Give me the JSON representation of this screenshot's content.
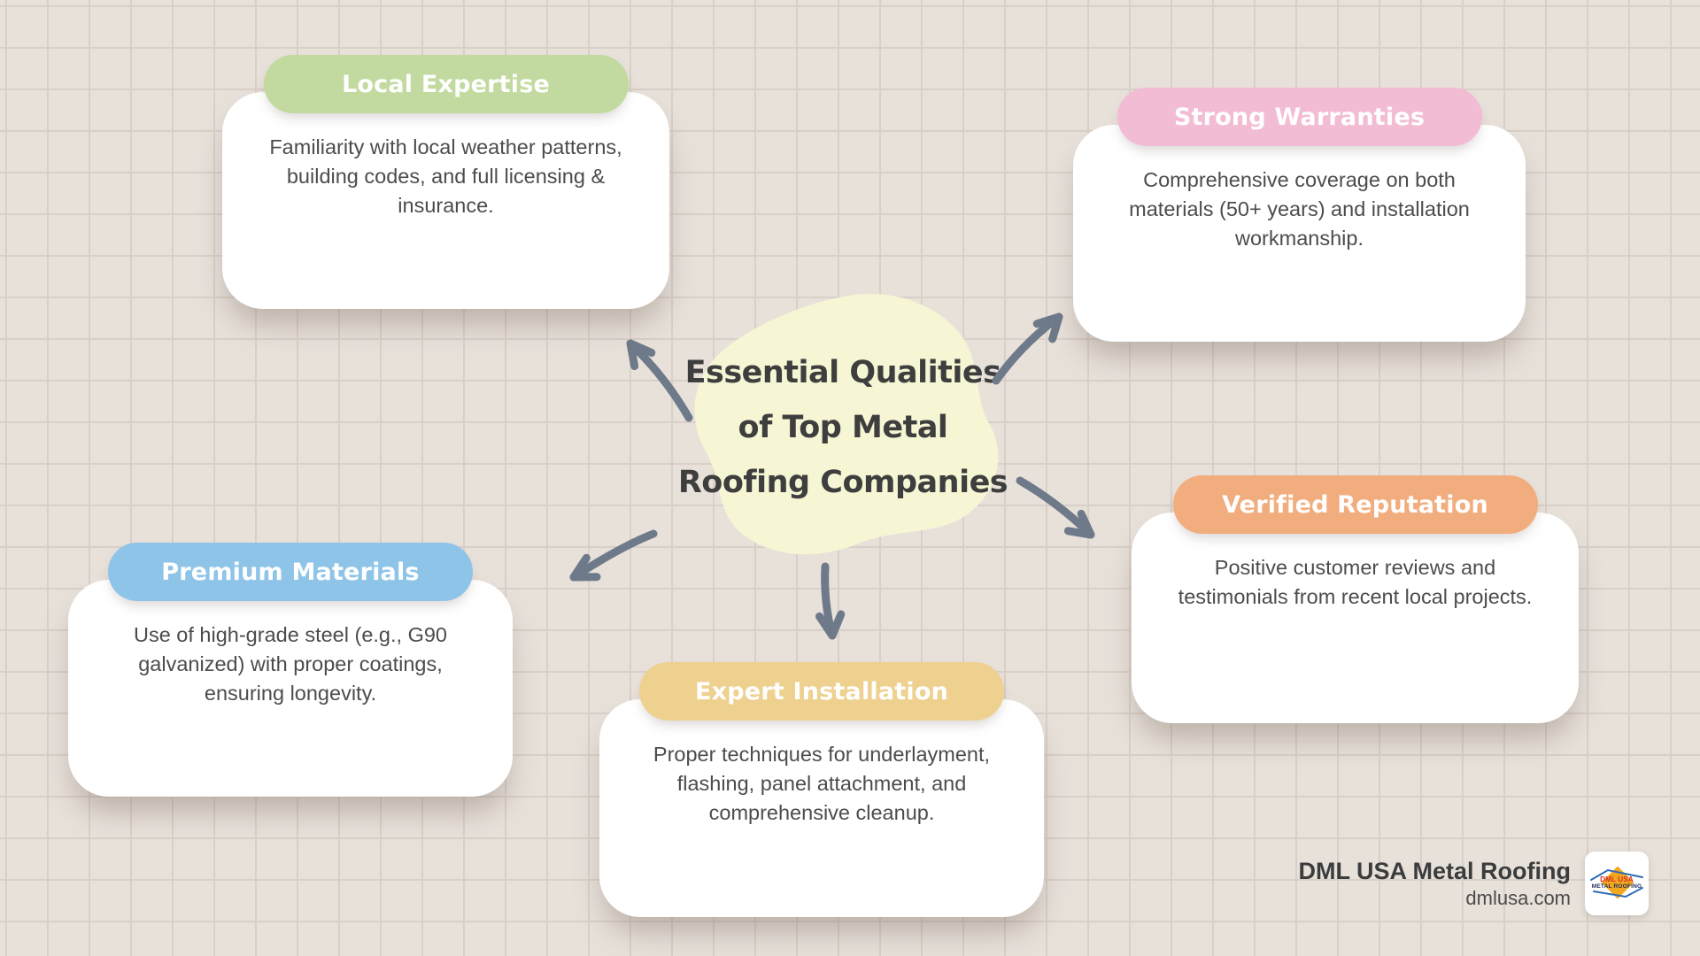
{
  "center": {
    "title": "Essential Qualities\nof Top Metal\nRoofing Companies"
  },
  "nodes": [
    {
      "id": "local-expertise",
      "label": "Local Expertise",
      "text": "Familiarity with local weather patterns,\nbuilding codes, and full licensing &\ninsurance.",
      "color": "#c2da9f"
    },
    {
      "id": "strong-warranties",
      "label": "Strong Warranties",
      "text": "Comprehensive coverage on both\nmaterials (50+ years) and installation\nworkmanship.",
      "color": "#f2bcd4"
    },
    {
      "id": "premium-materials",
      "label": "Premium Materials",
      "text": "Use of high-grade steel (e.g., G90\ngalvanized) with proper coatings,\nensuring longevity.",
      "color": "#8fc4e9"
    },
    {
      "id": "expert-installation",
      "label": "Expert Installation",
      "text": "Proper techniques for underlayment,\nflashing, panel attachment, and\ncomprehensive cleanup.",
      "color": "#eed08f"
    },
    {
      "id": "verified-reputation",
      "label": "Verified Reputation",
      "text": "Positive customer reviews and\ntestimonials from recent local projects.",
      "color": "#f2ad7e"
    }
  ],
  "footer": {
    "company": "DML USA Metal Roofing",
    "website": "dmlusa.com",
    "logo_line1": "DML USA",
    "logo_line2": "METAL ROOFING"
  },
  "colors": {
    "background": "#e8e1da",
    "grid_line": "#d8d0c8",
    "blob_fill": "#f6f5d4",
    "arrow": "#6e7a8a",
    "card_background": "#ffffff",
    "title_text": "#3e3e3e",
    "body_text": "#4c4c4c"
  }
}
